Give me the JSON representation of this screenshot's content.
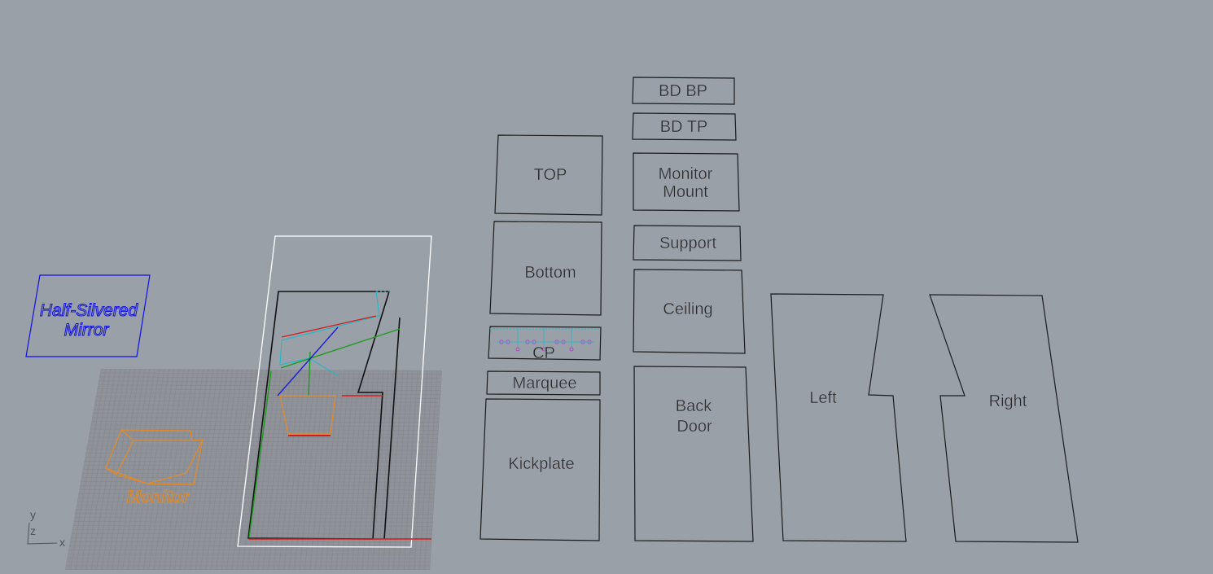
{
  "viewport": {
    "background": "#9aa0a8"
  },
  "labels": {
    "mirror_line1": "Half-Silvered",
    "mirror_line2": "Mirror",
    "monitor": "Monitor",
    "top": "TOP",
    "bottom": "Bottom",
    "cp": "CP",
    "marquee": "Marquee",
    "kickplate": "Kickplate",
    "bd_bp": "BD BP",
    "bd_tp": "BD TP",
    "monitor_mount_line1": "Monitor",
    "monitor_mount_line2": "Mount",
    "support": "Support",
    "ceiling": "Ceiling",
    "back_door_line1": "Back",
    "back_door_line2": "Door",
    "left": "Left",
    "right": "Right"
  },
  "axes": {
    "y": "y",
    "z": "z",
    "x": "x"
  },
  "colors": {
    "mirror": "#1010e0",
    "monitor": "#e08a2c",
    "grid": "#8a8e94",
    "grid_bg": "#8f9399",
    "selection": "#ffffff",
    "panel_stroke": "#1c1c1c",
    "axis_red": "#d41c1c",
    "axis_green": "#1c9c1c",
    "axis_blue": "#1c1cd4",
    "cyan": "#20b8c8",
    "magenta": "#b040d0"
  }
}
